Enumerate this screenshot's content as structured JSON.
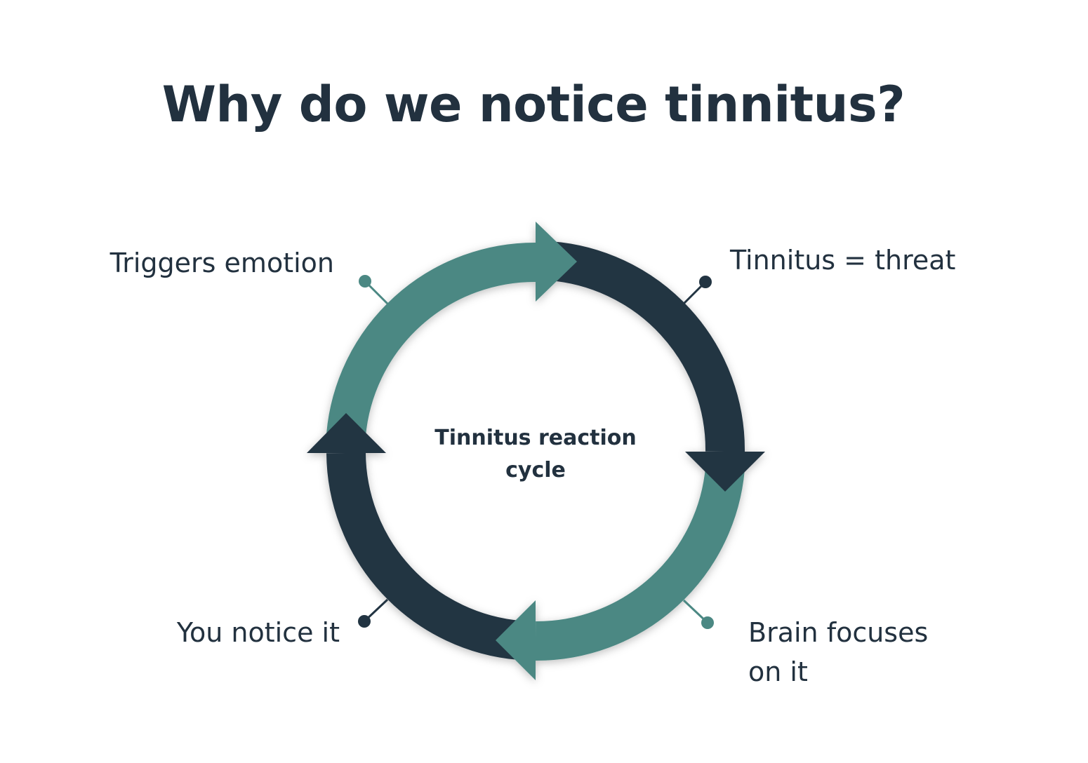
{
  "title": "Why do we notice tinnitus?",
  "center_label": "Tinnitus reaction cycle",
  "steps": [
    {
      "label": "Tinnitus = threat",
      "color": "#223442"
    },
    {
      "label": "Brain focuses on it",
      "color": "#4b8883"
    },
    {
      "label": "You notice it",
      "color": "#223442"
    },
    {
      "label": "Triggers emotion",
      "color": "#4b8883"
    }
  ],
  "colors": {
    "dark": "#223442",
    "teal": "#4b8883",
    "text": "#22313f"
  }
}
